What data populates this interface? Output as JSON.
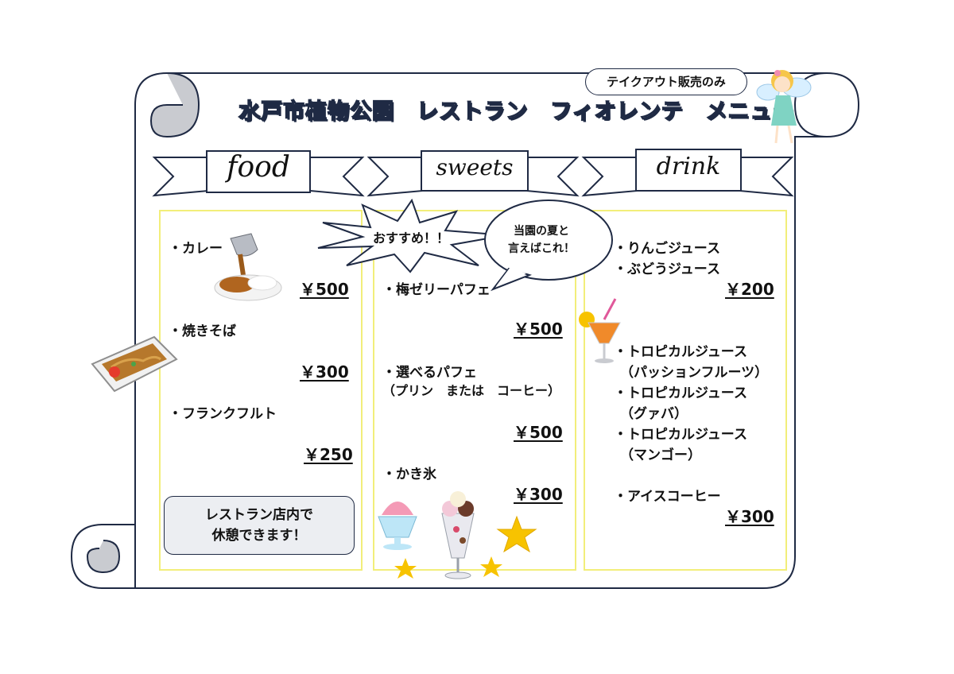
{
  "header": {
    "title": "水戸市植物公園　レストラン　フィオレンテ　メニュー",
    "takeout_badge": "テイクアウト販売のみ"
  },
  "sections": {
    "food": {
      "label": "food",
      "items": [
        {
          "name": "・カレー",
          "price": "￥500"
        },
        {
          "name": "・焼きそば",
          "price": "￥300"
        },
        {
          "name": "・フランクフルト",
          "price": "￥250"
        }
      ],
      "note_line1": "レストラン店内で",
      "note_line2": "休憩できます！"
    },
    "sweets": {
      "label": "sweets",
      "recommend": "おすすめ！！",
      "bubble_line1": "当園の夏と",
      "bubble_line2": "言えばこれ！",
      "items": [
        {
          "name": "・梅ゼリーパフェ",
          "price": "￥500"
        },
        {
          "name": "・選べるパフェ",
          "sub": "（プリン　または　コーヒー）",
          "price": "￥500"
        },
        {
          "name": "・かき氷",
          "price": "￥300"
        }
      ]
    },
    "drink": {
      "label": "drink",
      "juice1": "・りんごジュース",
      "juice2": "・ぶどうジュース",
      "juice_price": "￥200",
      "tropical1": "・トロピカルジュース",
      "tropical1_sub": "（パッションフルーツ）",
      "tropical2": "・トロピカルジュース",
      "tropical2_sub": "（グァバ）",
      "tropical3": "・トロピカルジュース",
      "tropical3_sub": "（マンゴー）",
      "coffee": "・アイスコーヒー",
      "tropical_price": "￥300"
    }
  },
  "colors": {
    "outline": "#1f2a44",
    "panel_border": "#f2ee7a",
    "star": "#f7c300",
    "scroll_shade": "#c9cbd0"
  }
}
